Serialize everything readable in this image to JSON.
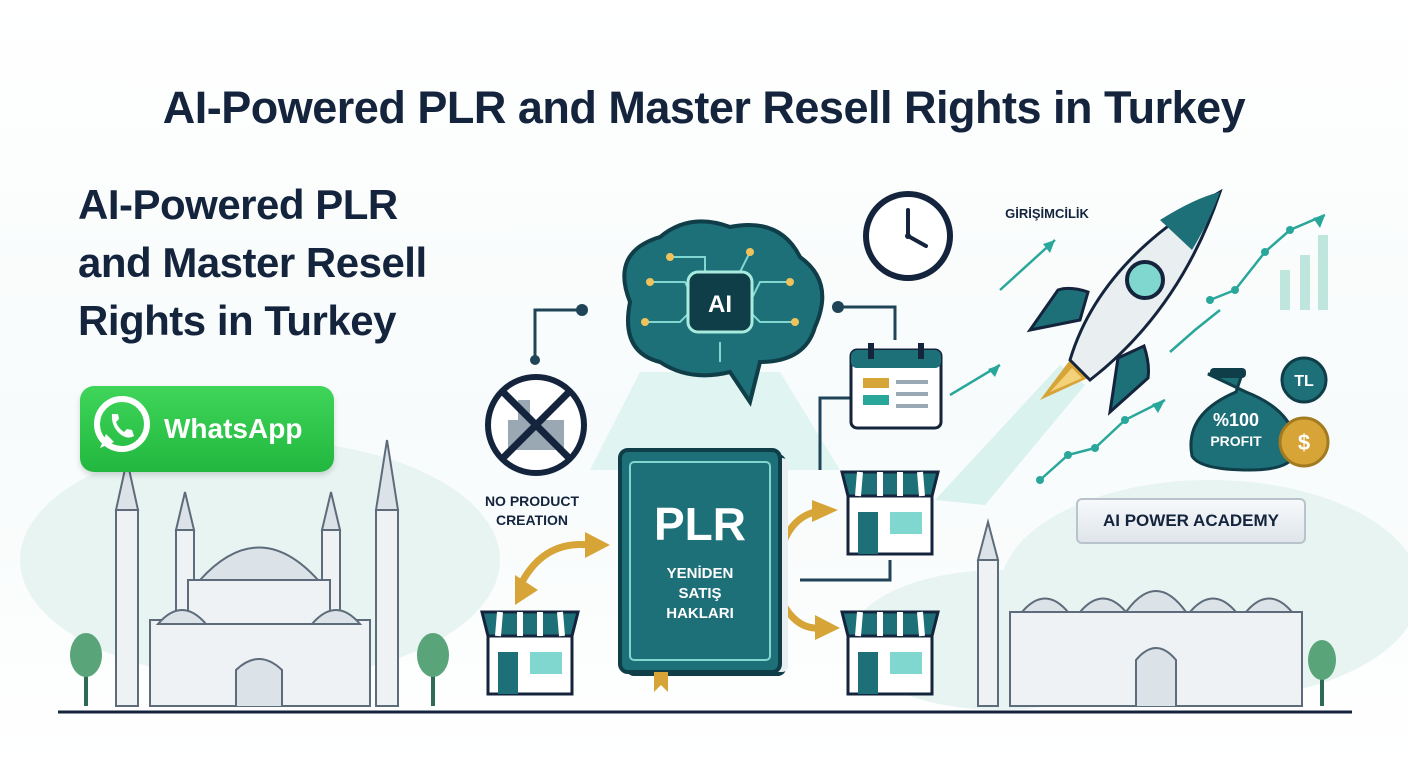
{
  "header": {
    "title": "AI-Powered PLR and Master Resell Rights in Turkey"
  },
  "hero": {
    "title_lines": [
      "AI-Powered PLR",
      "and Master Resell",
      "Rights in Turkey"
    ]
  },
  "whatsapp": {
    "label": "WhatsApp",
    "color": "#25d366"
  },
  "brain": {
    "label": "AI"
  },
  "no_product": {
    "lines": [
      "NO PRODUCT",
      "CREATION"
    ]
  },
  "book": {
    "title": "PLR",
    "lines": [
      "YENİDEN",
      "SATIŞ",
      "HAKLARI"
    ]
  },
  "entrepreneurship": {
    "label": "GİRİŞİMCİLİK"
  },
  "money_bag": {
    "currency": "TL",
    "percent": "%100",
    "profit": "PROFIT",
    "coin": "$"
  },
  "academy": {
    "label": "AI POWER ACADEMY"
  },
  "colors": {
    "navy": "#14243d",
    "teal": "#1d6f78",
    "accent_teal": "#2aa79b",
    "gold": "#d7a537",
    "mint": "#cdebe6"
  },
  "icons": [
    "brain-icon",
    "clock-icon",
    "rocket-icon",
    "calendar-icon",
    "store-icon",
    "money-bag-icon",
    "mosque-icon",
    "palace-icon",
    "tree-icon",
    "no-factory-icon",
    "whatsapp-icon"
  ]
}
